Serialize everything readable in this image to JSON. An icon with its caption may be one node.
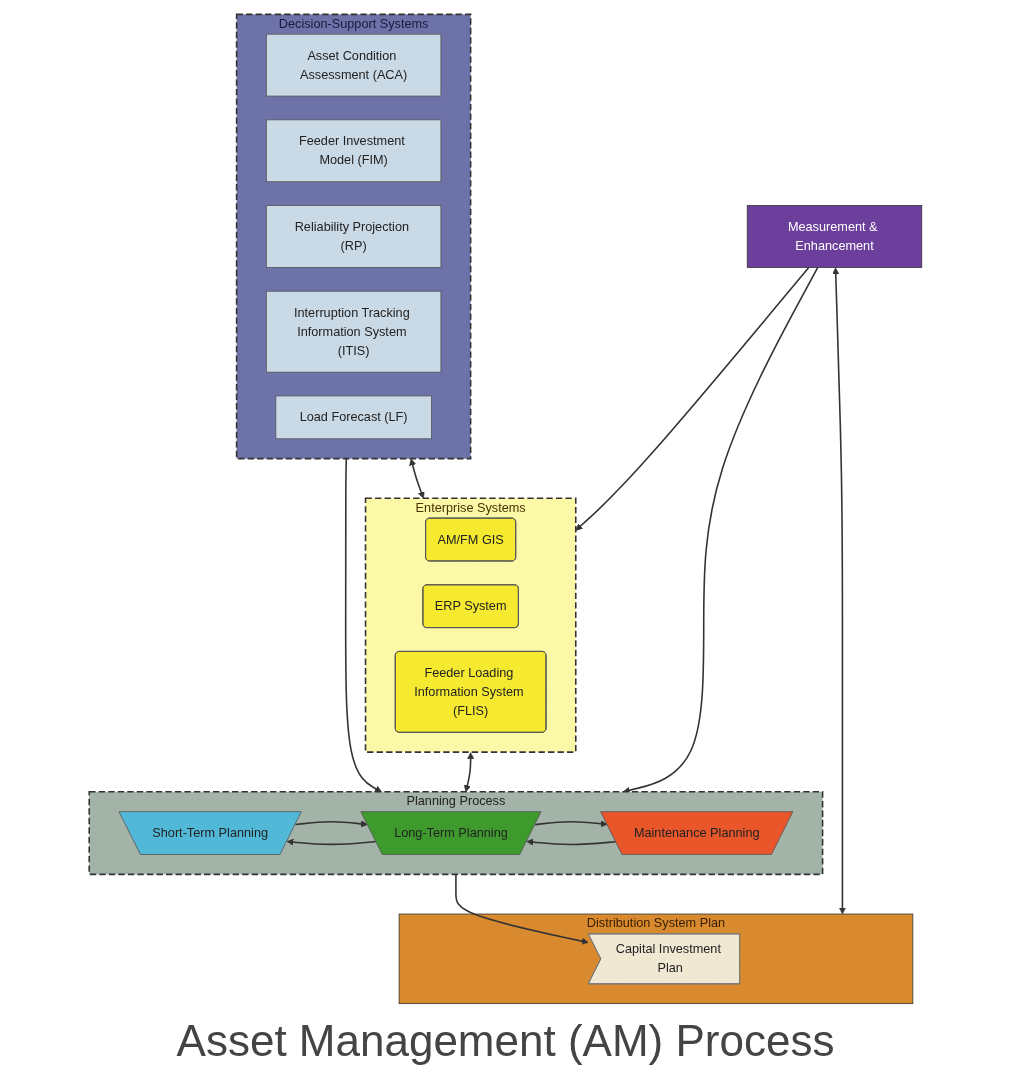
{
  "diagram": {
    "title": "Asset Management (AM) Process",
    "nodes": [
      {
        "text": [
          "Decision-Support Systems"
        ]
      },
      {
        "text": [
          "Asset Condition Assessment (ACA)"
        ],
        "in": 0
      },
      {
        "text": [
          "Feeder Investment Model (FIM)"
        ],
        "in": 0
      },
      {
        "text": [
          "Reliability Projection (RP)"
        ],
        "in": 0
      },
      {
        "text": [
          "Interruption Tracking Information System (ITIS)"
        ],
        "in": 0
      },
      {
        "text": [
          "Load Forecast (LF)"
        ],
        "in": 0
      },
      {
        "text": [
          "Enterprise Systems"
        ]
      },
      {
        "text": [
          "AM/FM GIS"
        ],
        "in": 6
      },
      {
        "text": [
          "ERP System"
        ],
        "in": 6
      },
      {
        "text": [
          "Feeder Loading Information System (FLIS)"
        ],
        "in": 6
      },
      {
        "text": [
          "Planning Process"
        ]
      },
      {
        "text": [
          "Short-Term Planning"
        ],
        "in": 10
      },
      {
        "text": [
          "Long-Term Planning"
        ],
        "in": 10
      },
      {
        "text": [
          "Maintenance Planning"
        ],
        "in": 10
      },
      {
        "text": [
          "Measurement & Enhancement"
        ]
      },
      {
        "text": [
          "Distribution System Plan"
        ]
      },
      {
        "text": [
          "Capital Investment Plan"
        ],
        "in": 15
      }
    ],
    "edges": [
      {
        "from": 0,
        "to": 6,
        "arrow": "both"
      },
      {
        "from": 0,
        "to": 10,
        "arrow": "to"
      },
      {
        "from": 12,
        "to": 11,
        "arrow": "to"
      },
      {
        "from": 12,
        "to": 13,
        "arrow": "to"
      },
      {
        "from": 11,
        "to": 12,
        "arrow": "to"
      },
      {
        "from": 13,
        "to": 12,
        "arrow": "to"
      },
      {
        "from": 6,
        "to": 10,
        "arrow": "both"
      },
      {
        "from": 14,
        "to": 6,
        "arrow": "to"
      },
      {
        "from": 14,
        "to": 10,
        "arrow": "to"
      },
      {
        "from": 10,
        "to": 16,
        "arrow": "to"
      },
      {
        "from": 14,
        "to": 15,
        "arrow": "both"
      }
    ]
  }
}
